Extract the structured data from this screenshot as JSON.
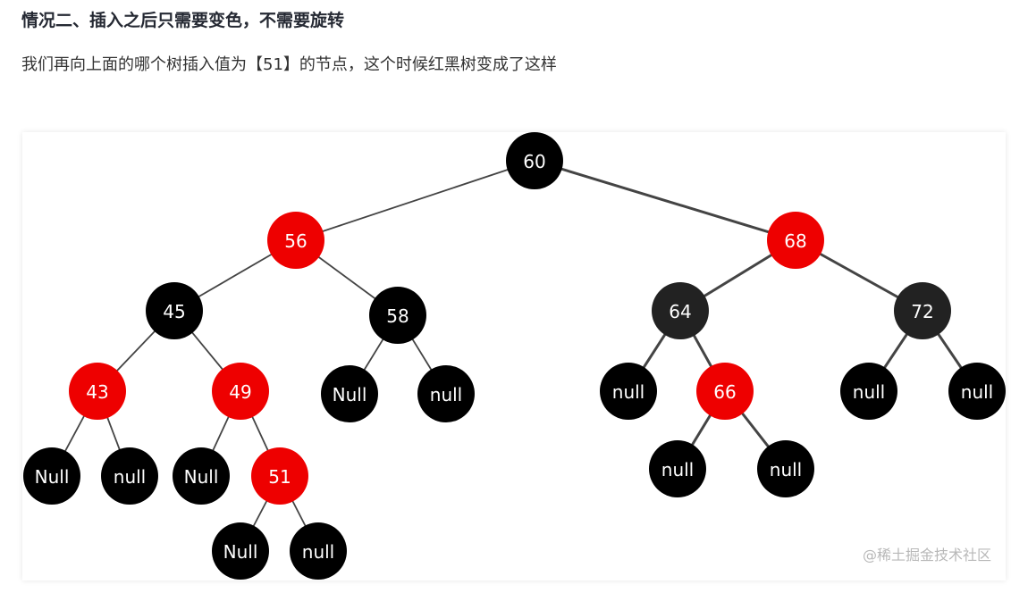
{
  "heading": "情况二、插入之后只需要变色，不需要旋转",
  "paragraph": "我们再向上面的哪个树插入值为【51】的节点，这个时候红黑树变成了这样",
  "watermark": "@稀土掘金技术社区",
  "colors": {
    "red": "#ee0000",
    "black": "#000000",
    "dark": "#222222"
  },
  "tree": {
    "nodes": [
      {
        "id": "n60",
        "label": "60",
        "color": "black"
      },
      {
        "id": "n56",
        "label": "56",
        "color": "red"
      },
      {
        "id": "n68",
        "label": "68",
        "color": "red"
      },
      {
        "id": "n45",
        "label": "45",
        "color": "black"
      },
      {
        "id": "n58",
        "label": "58",
        "color": "black"
      },
      {
        "id": "n64",
        "label": "64",
        "color": "dark"
      },
      {
        "id": "n72",
        "label": "72",
        "color": "dark"
      },
      {
        "id": "n43",
        "label": "43",
        "color": "red"
      },
      {
        "id": "n49",
        "label": "49",
        "color": "red"
      },
      {
        "id": "n58L",
        "label": "Null",
        "color": "black"
      },
      {
        "id": "n58R",
        "label": "null",
        "color": "black"
      },
      {
        "id": "n64L",
        "label": "null",
        "color": "black"
      },
      {
        "id": "n66",
        "label": "66",
        "color": "red"
      },
      {
        "id": "n72L",
        "label": "null",
        "color": "black"
      },
      {
        "id": "n72R",
        "label": "null",
        "color": "black"
      },
      {
        "id": "n43L",
        "label": "Null",
        "color": "black"
      },
      {
        "id": "n43R",
        "label": "null",
        "color": "black"
      },
      {
        "id": "n49L",
        "label": "Null",
        "color": "black"
      },
      {
        "id": "n51",
        "label": "51",
        "color": "red"
      },
      {
        "id": "n66L",
        "label": "null",
        "color": "black"
      },
      {
        "id": "n66R",
        "label": "null",
        "color": "black"
      },
      {
        "id": "n51L",
        "label": "Null",
        "color": "black"
      },
      {
        "id": "n51R",
        "label": "null",
        "color": "black"
      }
    ],
    "edges": [
      [
        "n60",
        "n56"
      ],
      [
        "n60",
        "n68"
      ],
      [
        "n56",
        "n45"
      ],
      [
        "n56",
        "n58"
      ],
      [
        "n68",
        "n64"
      ],
      [
        "n68",
        "n72"
      ],
      [
        "n45",
        "n43"
      ],
      [
        "n45",
        "n49"
      ],
      [
        "n58",
        "n58L"
      ],
      [
        "n58",
        "n58R"
      ],
      [
        "n64",
        "n64L"
      ],
      [
        "n64",
        "n66"
      ],
      [
        "n72",
        "n72L"
      ],
      [
        "n72",
        "n72R"
      ],
      [
        "n43",
        "n43L"
      ],
      [
        "n43",
        "n43R"
      ],
      [
        "n49",
        "n49L"
      ],
      [
        "n49",
        "n51"
      ],
      [
        "n66",
        "n66L"
      ],
      [
        "n66",
        "n66R"
      ],
      [
        "n51",
        "n51L"
      ],
      [
        "n51",
        "n51R"
      ]
    ]
  }
}
